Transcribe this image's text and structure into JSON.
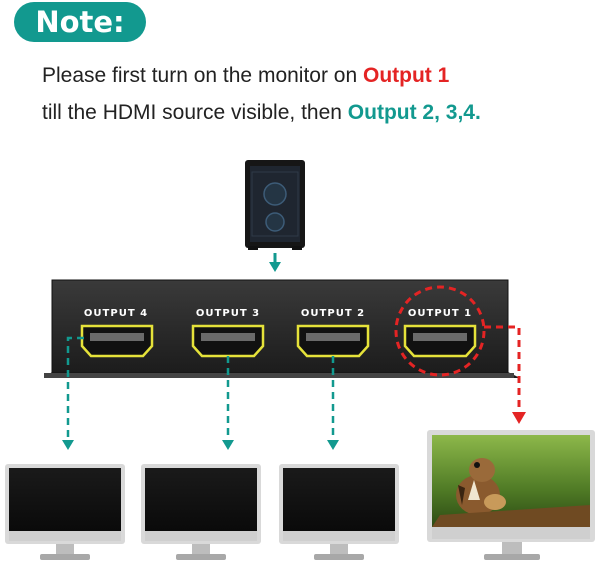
{
  "note": {
    "label": "Note:"
  },
  "message": {
    "line1_text": "Please first turn on the monitor on ",
    "line1_highlight": "Output 1",
    "line2_text": "till the HDMI source visible, then ",
    "line2_highlight": "Output 2, 3,4."
  },
  "ports": [
    {
      "label": "OUTPUT 4"
    },
    {
      "label": "OUTPUT 3"
    },
    {
      "label": "OUTPUT 2"
    },
    {
      "label": "OUTPUT 1"
    }
  ],
  "colors": {
    "teal": "#12998f",
    "red": "#e42424",
    "port_outline": "#e5e23a",
    "device": "#2a2a2a"
  },
  "icons": [
    "pc-tower-icon",
    "hdmi-port-icon",
    "monitor-icon",
    "chipmunk-photo"
  ]
}
